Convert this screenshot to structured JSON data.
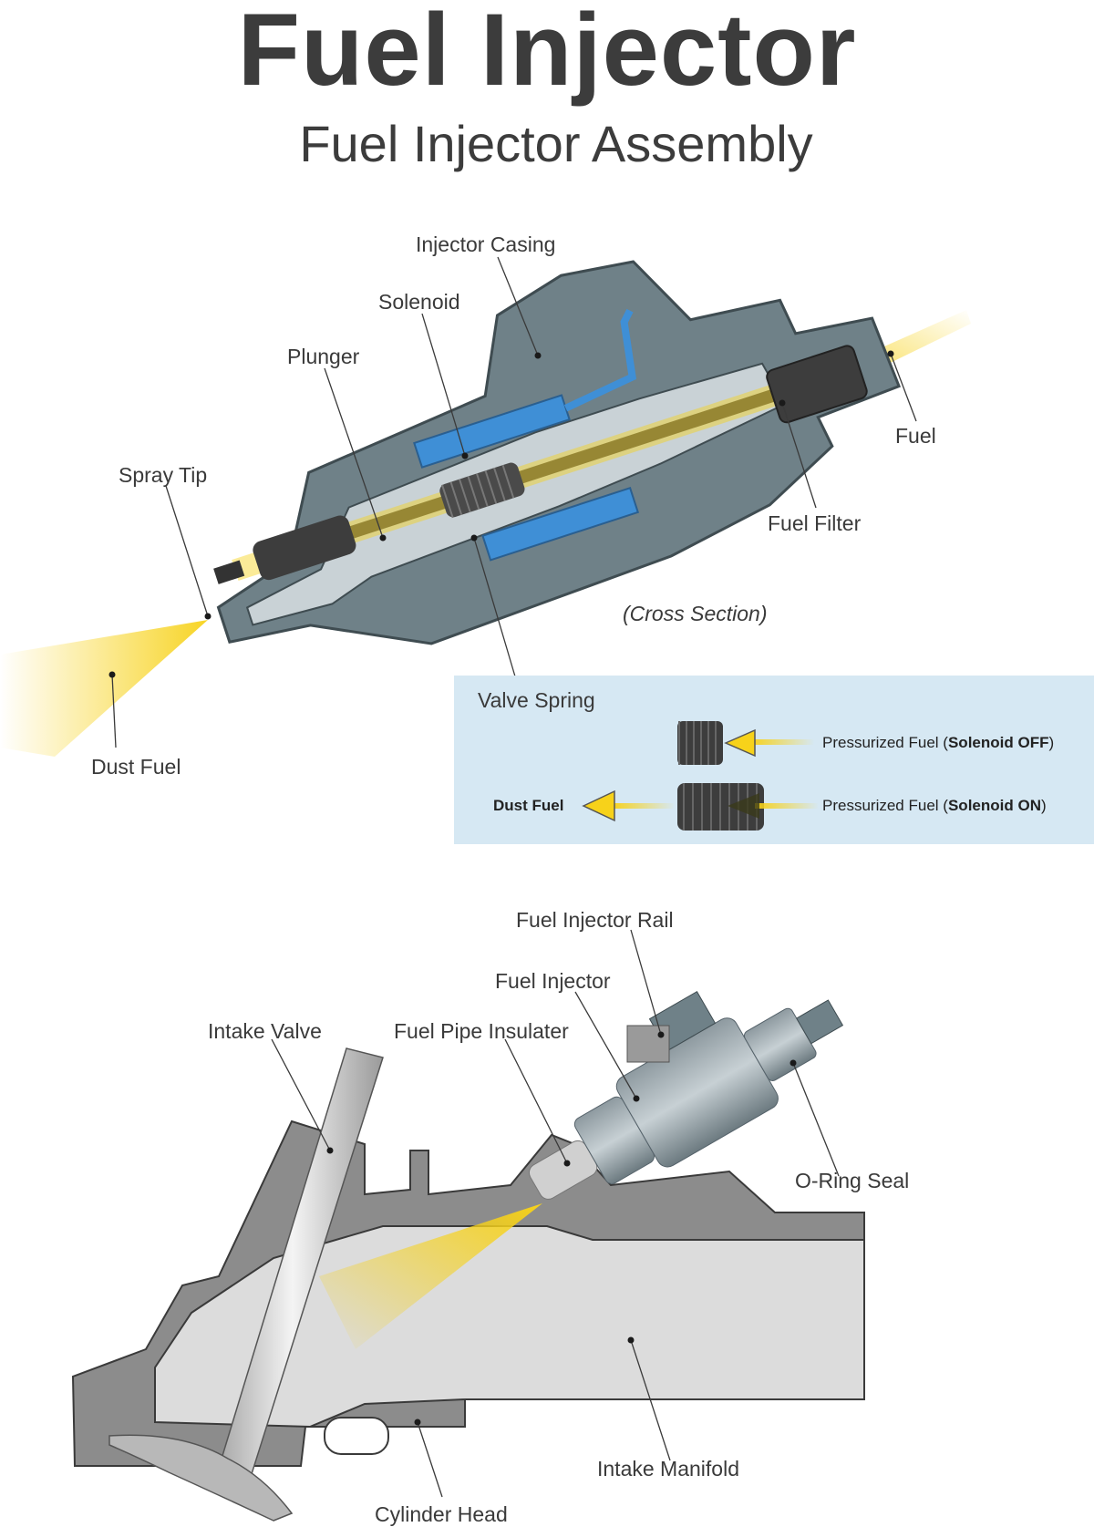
{
  "title": "Fuel Injector",
  "subtitle": "Fuel Injector Assembly",
  "cross_section": {
    "labels": {
      "injector_casing": "Injector Casing",
      "solenoid": "Solenoid",
      "plunger": "Plunger",
      "spray_tip": "Spray Tip",
      "fuel": "Fuel",
      "fuel_filter": "Fuel Filter",
      "cross_section_note": "(Cross Section)",
      "dust_fuel": "Dust Fuel"
    }
  },
  "legend": {
    "valve_spring": "Valve Spring",
    "row_off": {
      "text": "Pressurized Fuel",
      "state_open": "(",
      "state": "Solenoid OFF",
      "state_close": ")"
    },
    "row_on": {
      "text": "Pressurized Fuel",
      "state_open": "(",
      "state": "Solenoid ON",
      "state_close": ")",
      "output": "Dust Fuel"
    }
  },
  "assembly": {
    "labels": {
      "fuel_injector_rail": "Fuel Injector Rail",
      "fuel_injector": "Fuel Injector",
      "intake_valve": "Intake Valve",
      "fuel_pipe_insulater": "Fuel Pipe Insulater",
      "o_ring_seal": "O-Ring Seal",
      "intake_manifold": "Intake Manifold",
      "cylinder_head": "Cylinder Head"
    }
  },
  "colors": {
    "casing": "#6f8188",
    "casing_dark": "#4d5d63",
    "solenoid_blue": "#3f8fd6",
    "fuel_yellow": "#f7d21a",
    "legend_bg": "#d6e8f3",
    "metal_grey": "#8c8c8c",
    "light_grey": "#dcdcdc"
  }
}
